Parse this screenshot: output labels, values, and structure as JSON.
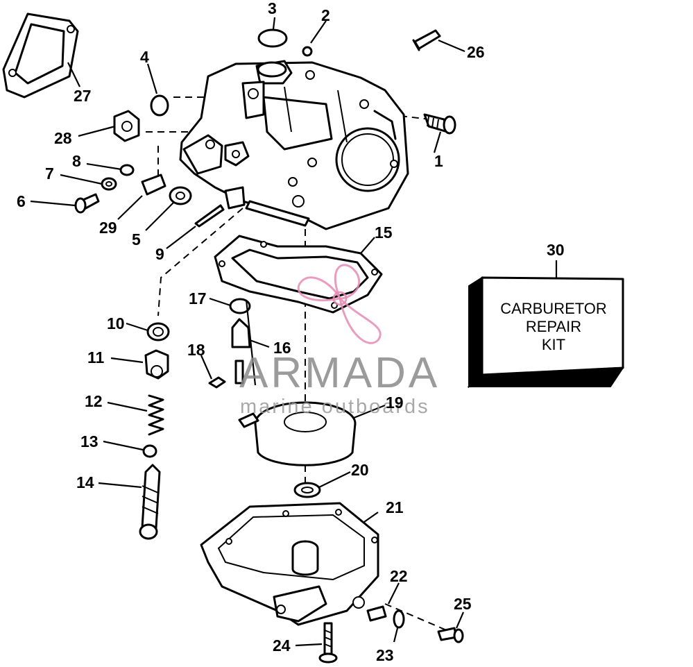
{
  "callouts": [
    "1",
    "2",
    "3",
    "4",
    "5",
    "6",
    "7",
    "8",
    "9",
    "10",
    "11",
    "12",
    "13",
    "14",
    "15",
    "16",
    "17",
    "18",
    "19",
    "20",
    "21",
    "22",
    "23",
    "24",
    "25",
    "26",
    "27",
    "28",
    "29",
    "30"
  ],
  "kit_label": {
    "line1": "CARBURETOR",
    "line2": "REPAIR",
    "line3": "KIT"
  },
  "watermark": {
    "title": "ARMADA",
    "subtitle": "marine outboards",
    "accent_color": "#e58bb4"
  },
  "colors": {
    "ink": "#000000",
    "paper": "#ffffff"
  }
}
